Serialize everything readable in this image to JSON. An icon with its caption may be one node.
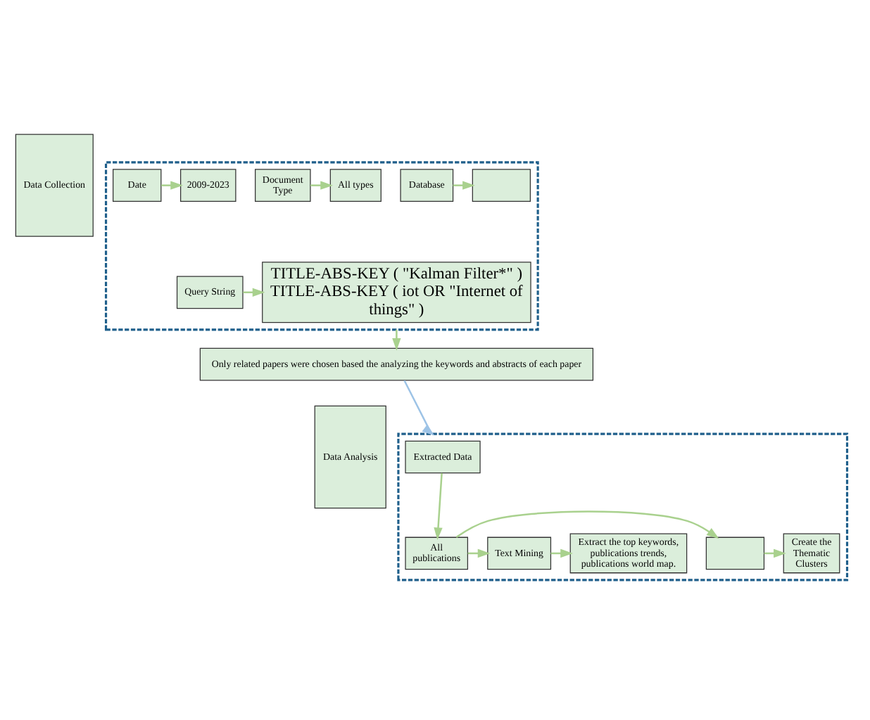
{
  "diagram": {
    "nodes": [
      {
        "text": [
          "Data Collection"
        ]
      },
      {
        "text": [],
        "shape": "box"
      },
      {
        "text": [
          "Database"
        ],
        "in": 1
      },
      {
        "text": [],
        "shape": "box",
        "in": 1
      },
      {
        "text": [
          "Document Type"
        ],
        "in": 1
      },
      {
        "text": [
          "All types"
        ],
        "in": 1
      },
      {
        "text": [
          "Date"
        ],
        "in": 1
      },
      {
        "text": [
          "2009-2023"
        ],
        "in": 1
      },
      {
        "text": [
          "Query String"
        ],
        "in": 1
      },
      {
        "text": [
          "TITLE-ABS-KEY ( \"Kalman Filter*\" ) TITLE-ABS-KEY ( iot OR \"Internet of things\" )"
        ],
        "in": 1
      },
      {
        "text": [
          "Only related papers were chosen based the analyzing the keywords and abstracts of each paper"
        ]
      },
      {
        "text": [
          "Data Analysis"
        ]
      },
      {
        "text": [],
        "shape": "box"
      },
      {
        "text": [
          "Extracted Data"
        ],
        "in": 12
      },
      {
        "text": [
          "Create the Thematic Clusters"
        ],
        "in": 12
      },
      {
        "text": [],
        "shape": "box",
        "in": 12
      },
      {
        "text": [
          "All publications"
        ],
        "in": 12
      },
      {
        "text": [
          "Text Mining"
        ],
        "in": 12
      },
      {
        "text": [
          "Extract the top keywords, publications trends, publications world map."
        ],
        "in": 12
      }
    ],
    "edges": [
      {
        "from": 2,
        "to": 3,
        "arrow": "to"
      },
      {
        "from": 4,
        "to": 5,
        "arrow": "to"
      },
      {
        "from": 6,
        "to": 7,
        "arrow": "to"
      },
      {
        "from": 8,
        "to": 9,
        "arrow": "to"
      },
      {
        "from": 1,
        "to": 10,
        "arrow": "to"
      },
      {
        "from": 10,
        "to": 12,
        "arrow": "to",
        "color": "#9dc3e6"
      },
      {
        "from": 13,
        "to": 16,
        "arrow": "to"
      },
      {
        "from": 16,
        "to": 15,
        "arrow": "to"
      },
      {
        "from": 15,
        "to": 14,
        "arrow": "to"
      },
      {
        "from": 16,
        "to": 17,
        "arrow": "to"
      },
      {
        "from": 17,
        "to": 18,
        "arrow": "to"
      }
    ]
  }
}
